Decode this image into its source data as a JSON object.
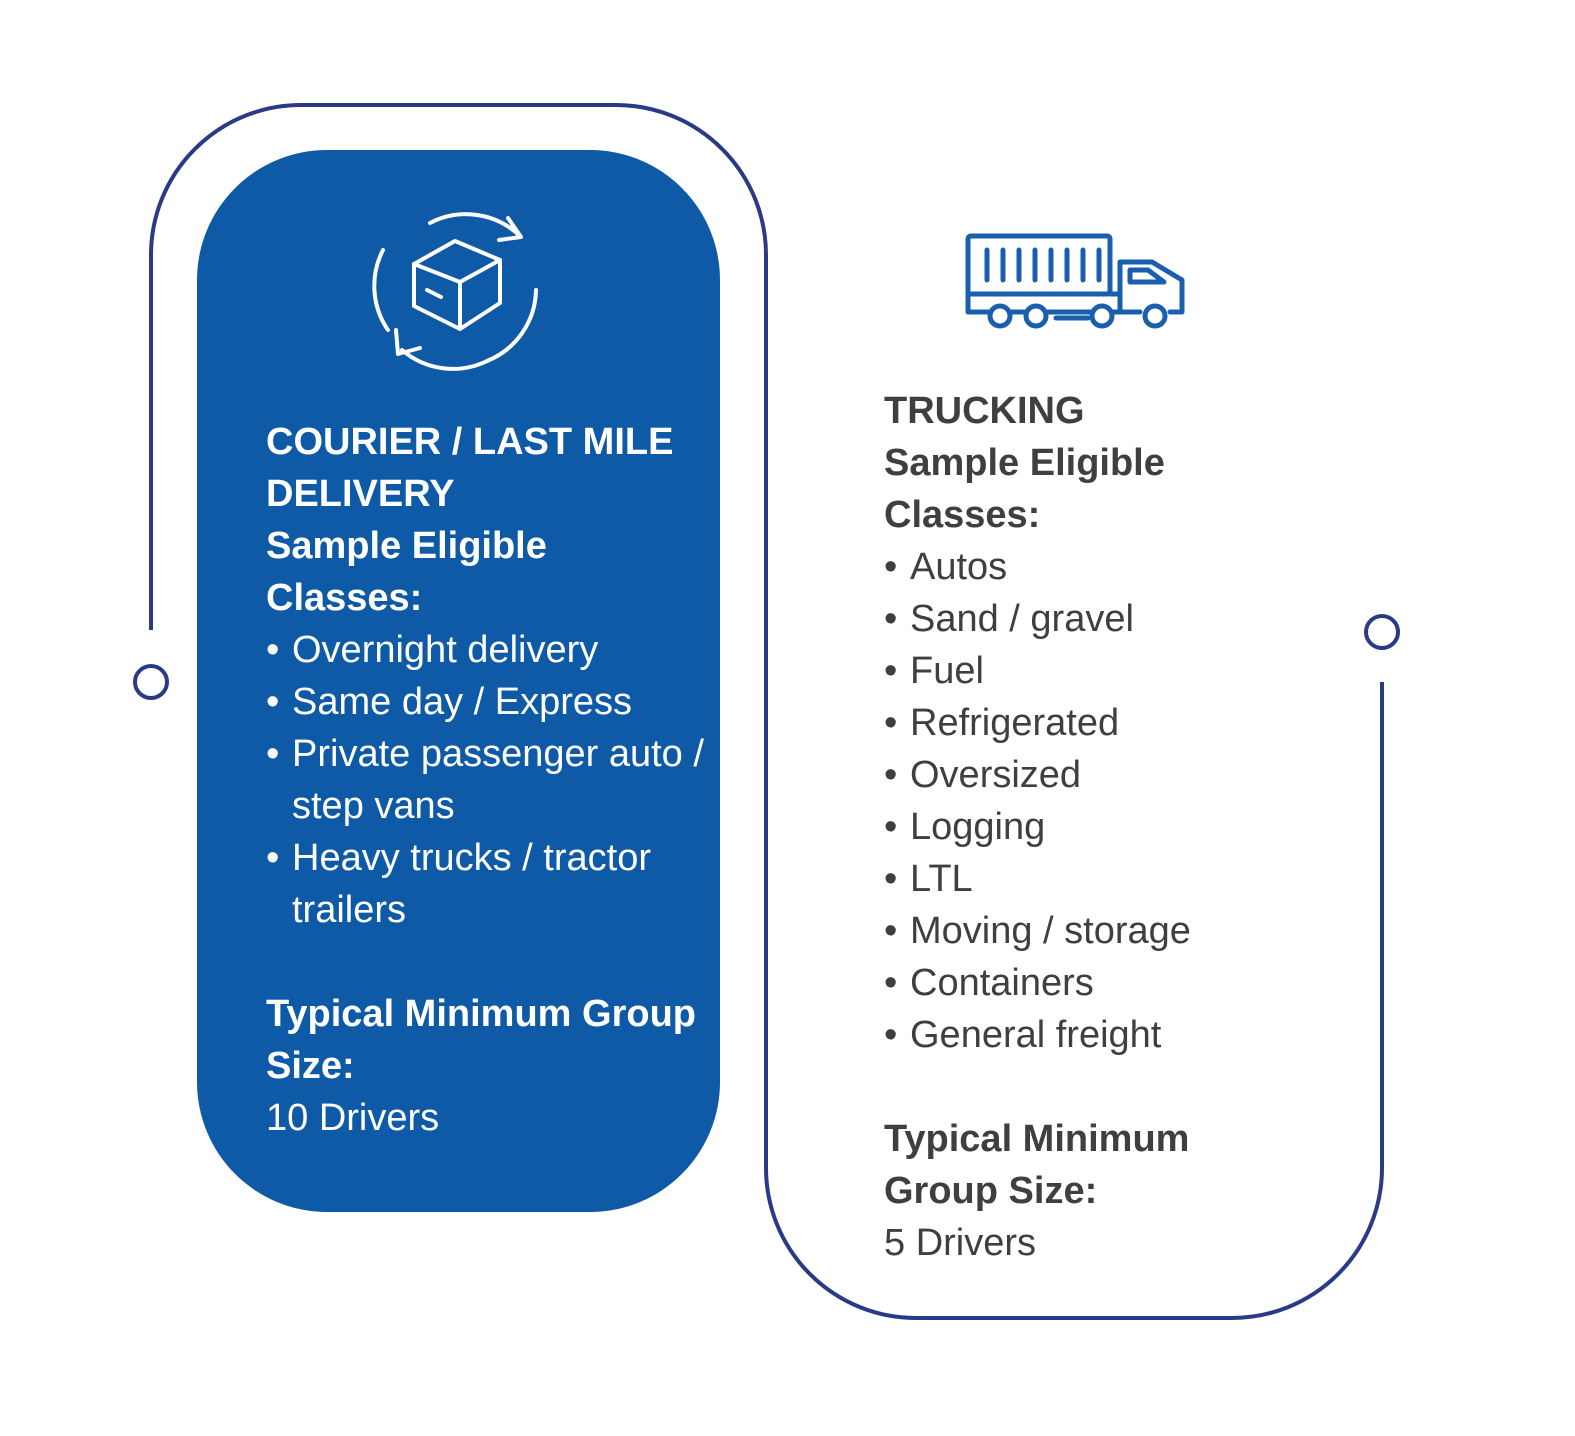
{
  "courier": {
    "title": "COURIER / LAST MILE DELIVERY",
    "classes_heading": "Sample Eligible Classes:",
    "classes": [
      "Overnight delivery",
      "Same day / Express",
      "Private passenger auto / step vans",
      "Heavy trucks / tractor trailers"
    ],
    "min_heading": "Typical Minimum Group Size:",
    "min_value": "10 Drivers",
    "icon": "box-cycle-icon"
  },
  "trucking": {
    "title": "TRUCKING",
    "classes_heading": "Sample Eligible Classes:",
    "classes": [
      "Autos",
      "Sand / gravel",
      "Fuel",
      "Refrigerated",
      "Oversized",
      "Logging",
      "LTL",
      "Moving / storage",
      "Containers",
      "General freight"
    ],
    "min_heading": "Typical Minimum Group Size:",
    "min_value": "5 Drivers",
    "icon": "container-truck-icon"
  },
  "colors": {
    "panel_blue": "#0e5aa7",
    "outline_navy": "#2b3a86",
    "icon_blue": "#1a5fae",
    "text_dark": "#3f3f3f",
    "text_light": "#ffffff"
  }
}
